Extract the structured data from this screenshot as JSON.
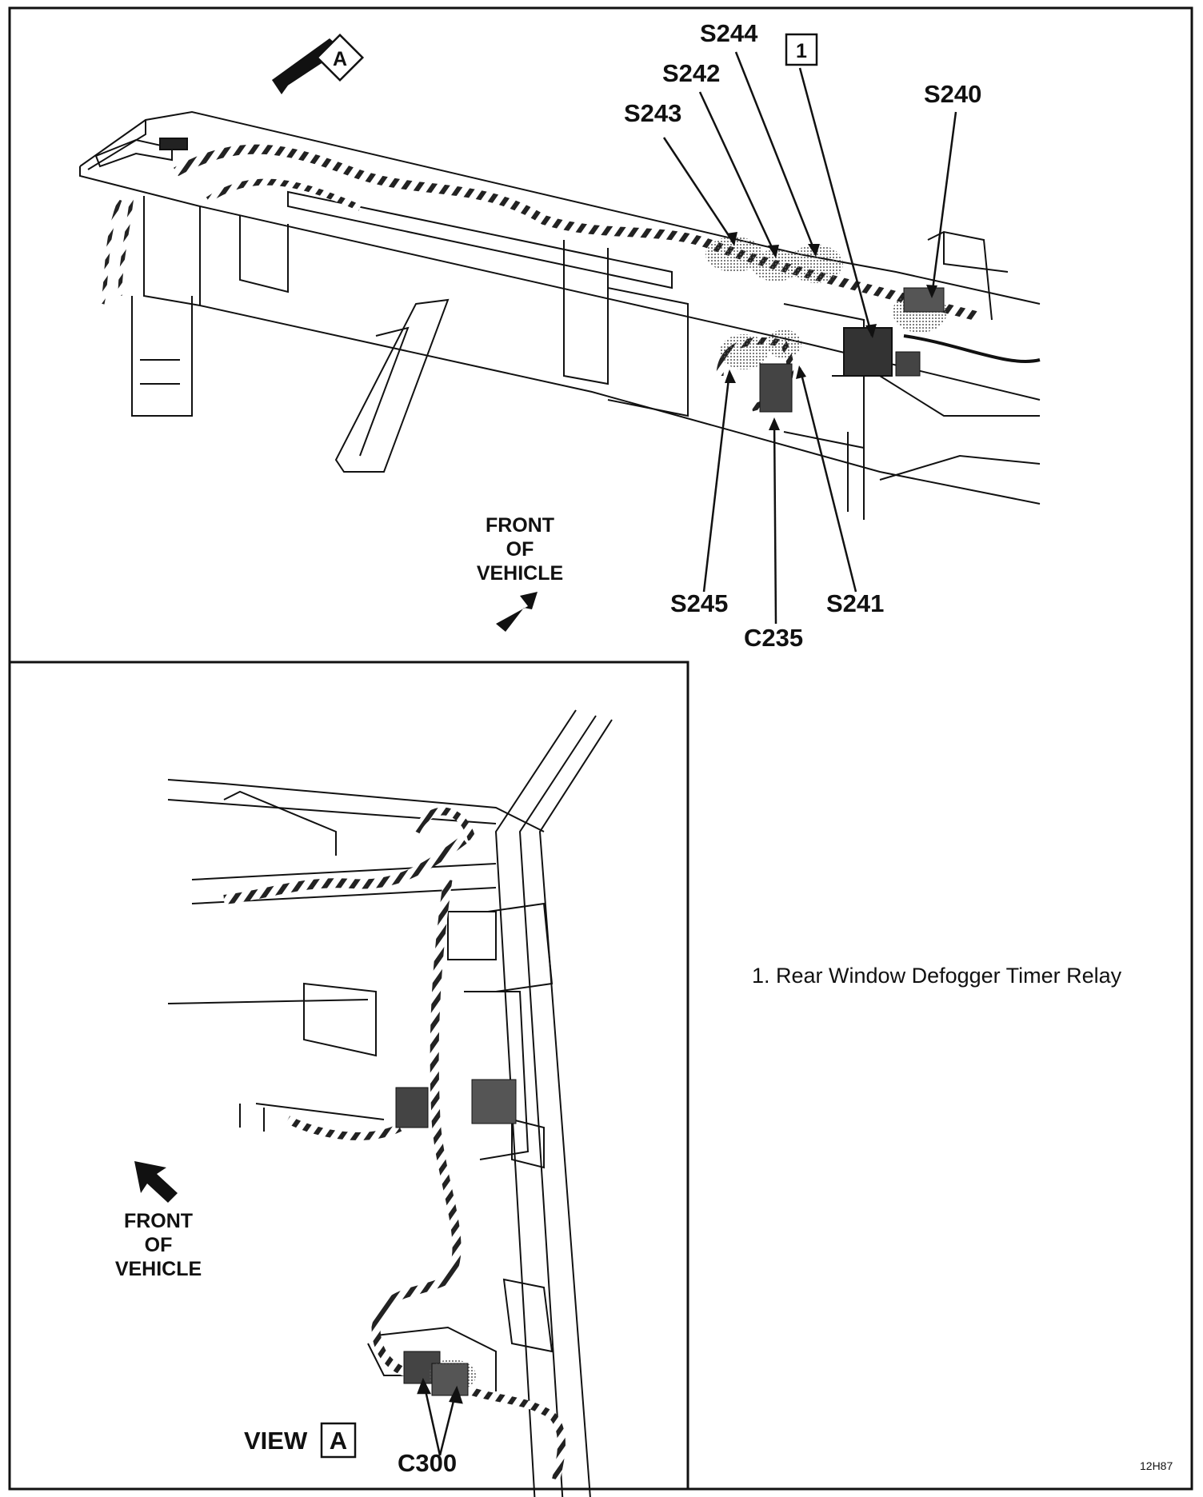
{
  "labels": {
    "view_a_marker": "A",
    "s244": "S244",
    "callout_1": "1",
    "s242": "S242",
    "s243": "S243",
    "s240": "S240",
    "front_line1": "FRONT",
    "front_line2": "OF",
    "front_line3": "VEHICLE",
    "s245": "S245",
    "s241": "S241",
    "c235": "C235",
    "front2_line1": "FRONT",
    "front2_line2": "OF",
    "front2_line3": "VEHICLE",
    "view_word": "VIEW",
    "view_letter": "A",
    "c300": "C300",
    "figure_code": "12H87"
  },
  "legend": {
    "item_1": "1. Rear Window Defogger Timer Relay"
  }
}
